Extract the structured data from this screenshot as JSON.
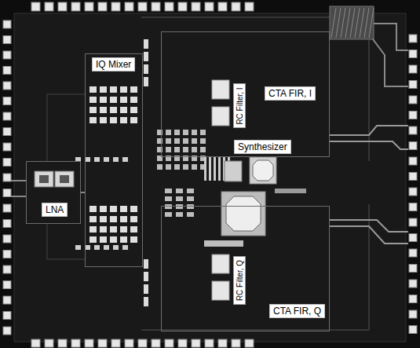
{
  "diagram": {
    "nodes": [
      {
        "text": [
          "LNA"
        ]
      },
      {
        "text": [
          "IQ Mixer"
        ]
      },
      {
        "text": [
          "CTA FIR, I"
        ]
      },
      {
        "text": [
          "RC Filter, I"
        ],
        "in": 2
      },
      {
        "text": [
          "Synthesizer"
        ]
      },
      {
        "text": [
          "CTA FIR, Q"
        ]
      },
      {
        "text": [
          "RC Filter, Q"
        ],
        "in": 5
      }
    ]
  }
}
